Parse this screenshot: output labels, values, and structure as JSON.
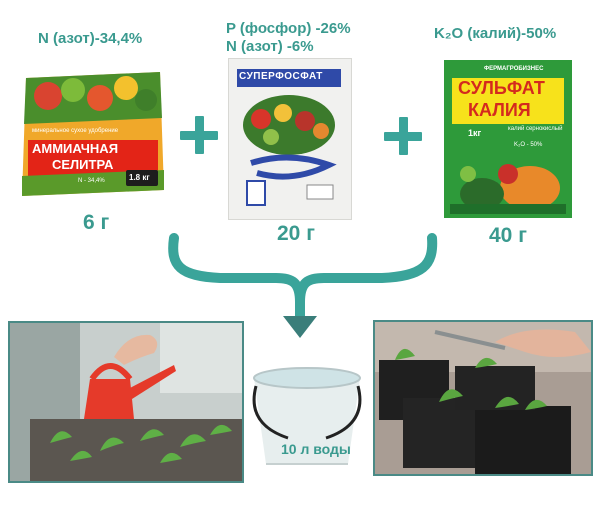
{
  "fertilizers": [
    {
      "composition": "N (азот)-34,4%",
      "dose": "6 г",
      "pack_title": [
        "АММИАЧНАЯ",
        "СЕЛИТРА"
      ],
      "pack_subtitle": "минеральное сухое удобрение",
      "pack_weight": "1.8 кг",
      "pack_note": "N - 34,4%"
    },
    {
      "composition_lines": [
        "P (фосфор) -26%",
        "N (азот) -6%"
      ],
      "dose": "20 г",
      "pack_title": "СУПЕРФОСФАТ"
    },
    {
      "composition": "K₂O (калий)-50%",
      "dose": "40 г",
      "pack_title": [
        "СУЛЬФАТ",
        "КАЛИЯ"
      ],
      "pack_brand": "ФЕРМАГРОБИЗНЕС",
      "pack_subtitle": "калий сернокислый",
      "pack_weight": "1кг",
      "pack_note": "K₂O - 50%"
    }
  ],
  "water_label": "10 л воды",
  "colors": {
    "accent": "#3aa49a",
    "text": "#3a9a8f",
    "frame": "#4a8a86"
  },
  "icons": [
    "plus-icon",
    "plus-icon",
    "brace-arrow-icon",
    "bucket-icon",
    "watering-can-icon"
  ]
}
